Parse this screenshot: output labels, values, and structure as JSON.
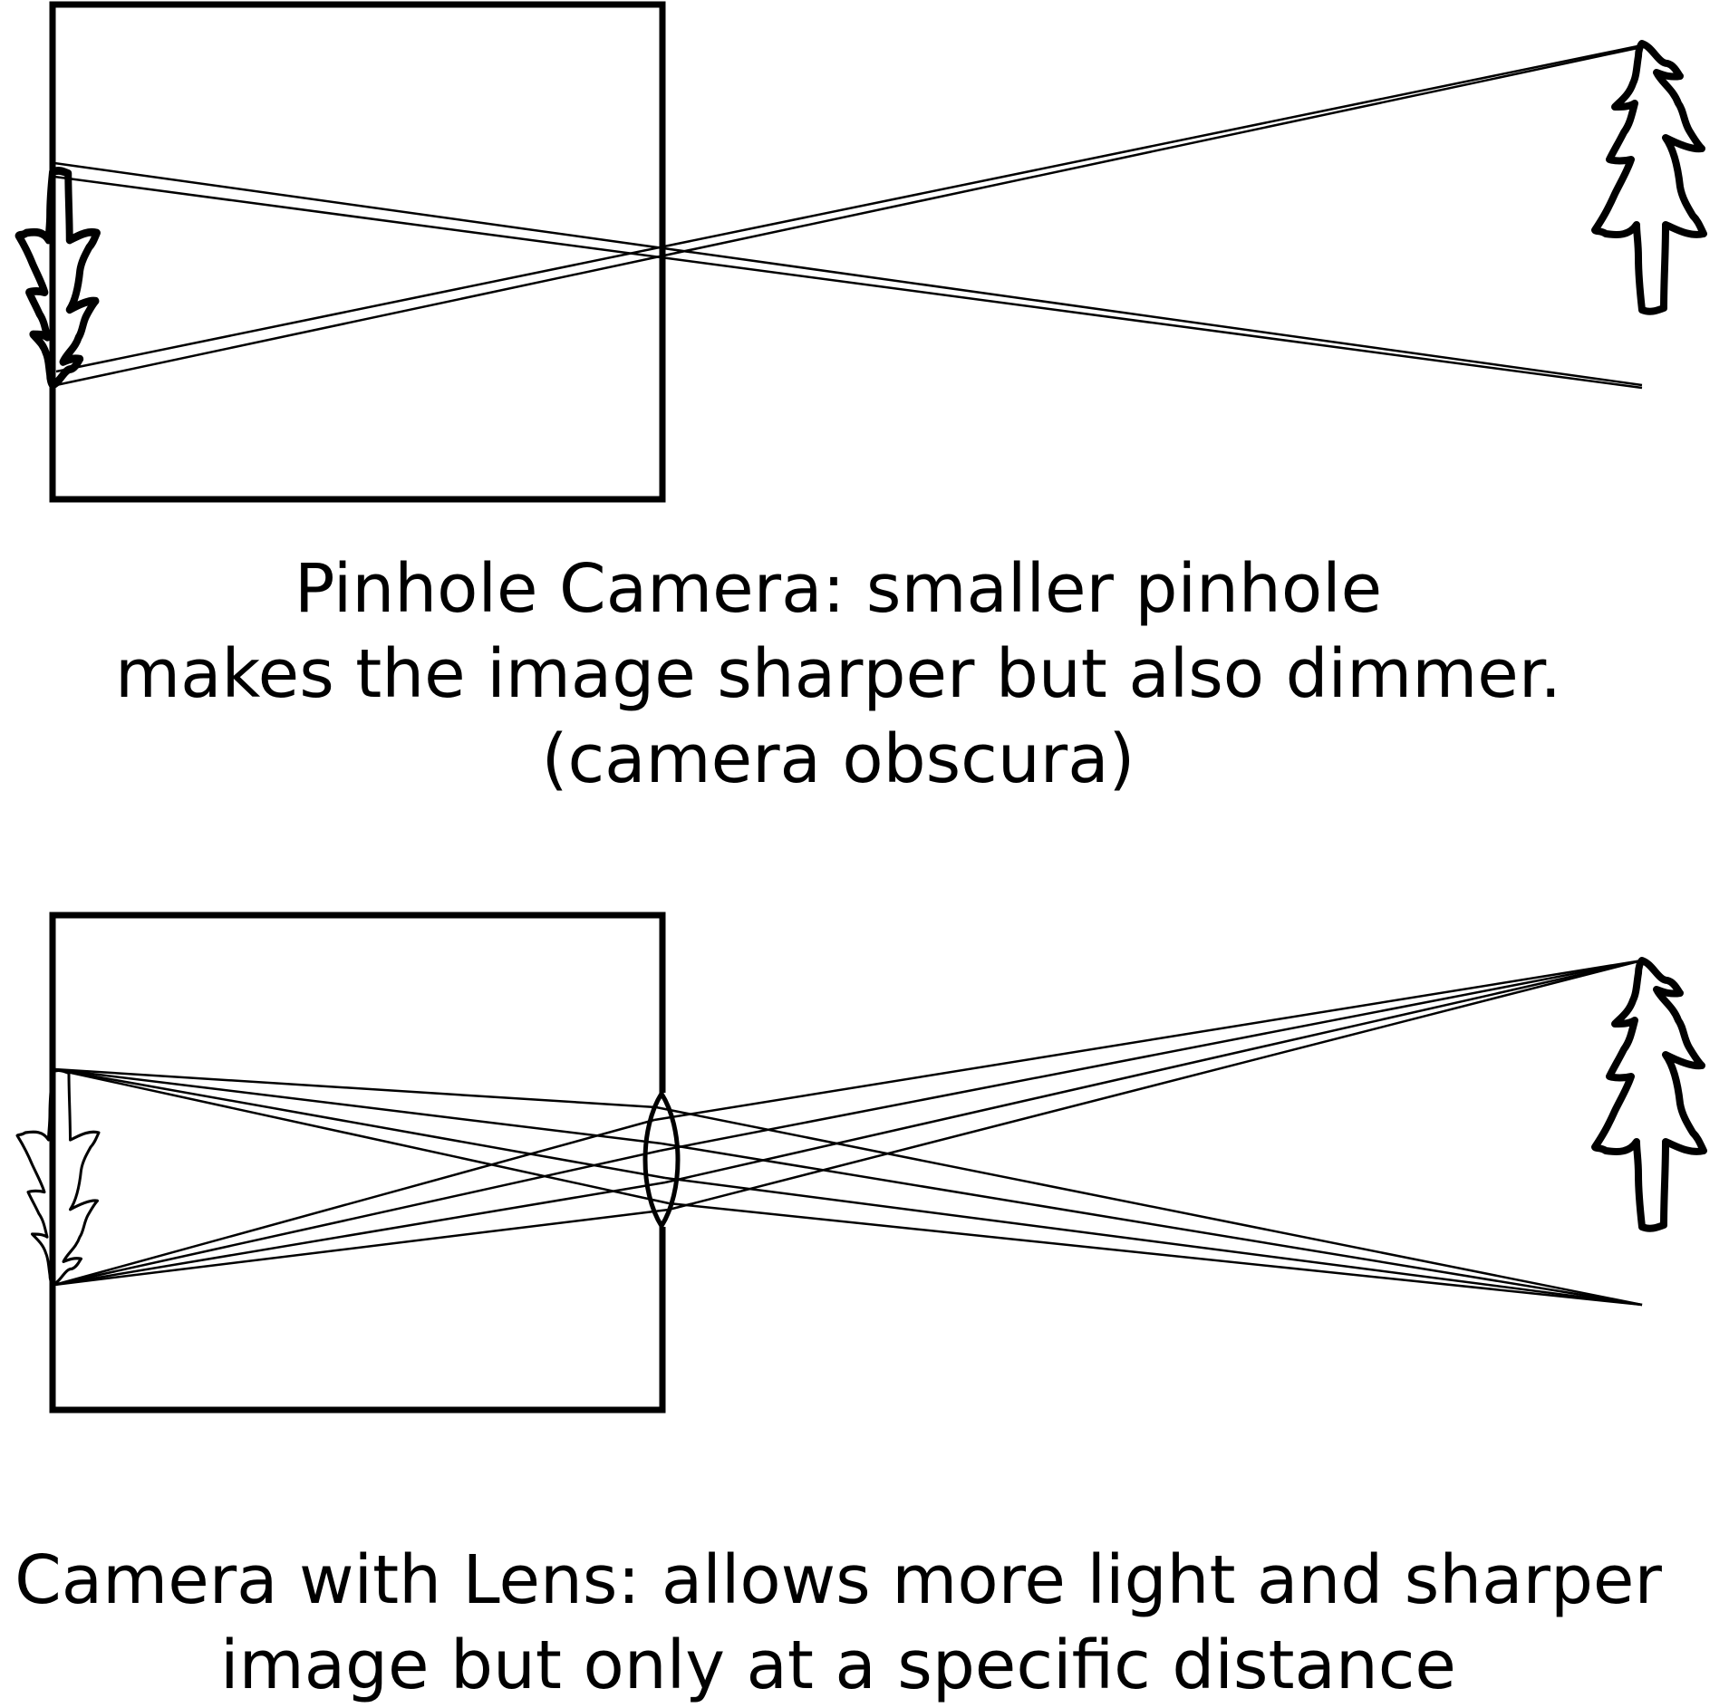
{
  "pinhole": {
    "caption_lines": [
      "Pinhole Camera: smaller pinhole",
      "makes the image sharper but also dimmer.",
      "(camera obscura)"
    ]
  },
  "lens": {
    "caption_lines": [
      "Camera with Lens: allows more light and sharper",
      "image but only at a specific distance"
    ]
  },
  "colors": {
    "ink": "#000000",
    "background": "#ffffff"
  }
}
